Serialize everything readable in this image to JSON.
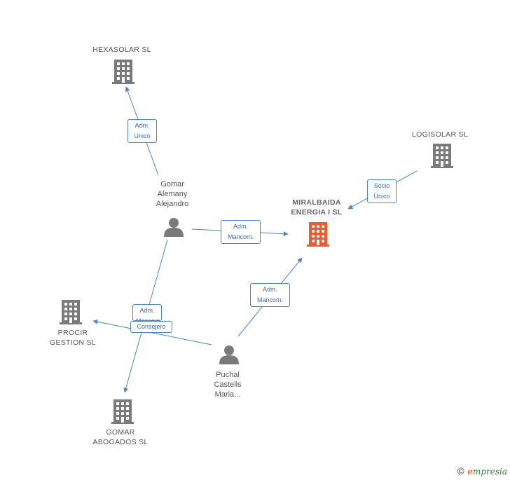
{
  "colors": {
    "edge": "#4a86c8",
    "company": "#7a7a7a",
    "focus_company": "#ee5a2b",
    "person": "#7a7a7a"
  },
  "nodes": {
    "hexasolar": {
      "label": "HEXASOLAR SL",
      "icon": "building-icon"
    },
    "logisolar": {
      "label": "LOGISOLAR  SL",
      "icon": "building-icon"
    },
    "miralbaida": {
      "label": "MIRALBAIDA\nENERGIA I SL",
      "icon": "building-icon"
    },
    "gomar_person": {
      "label": "Gomar\nAlemany\nAlejandro",
      "icon": "person-icon"
    },
    "procir": {
      "label": "PROCIR\nGESTION SL",
      "icon": "building-icon"
    },
    "gomar_abogados": {
      "label": "GOMAR\nABOGADOS SL",
      "icon": "building-icon"
    },
    "puchal": {
      "label": "Puchal\nCastells\nMaria...",
      "icon": "person-icon"
    }
  },
  "edges": {
    "gomar_hexasolar": "Adm.\nUnico",
    "logisolar_miralbaida": "Socio\nÚnico",
    "gomar_miralbaida": "Adm.\nMancom.",
    "puchal_miralbaida": "Adm.\nMancom.",
    "gomar_procir": "Adm.\nMancom.",
    "puchal_procir": "Consejero"
  },
  "watermark": {
    "copyright": "©",
    "brand_initial": "e",
    "brand_rest": "mpresia"
  }
}
